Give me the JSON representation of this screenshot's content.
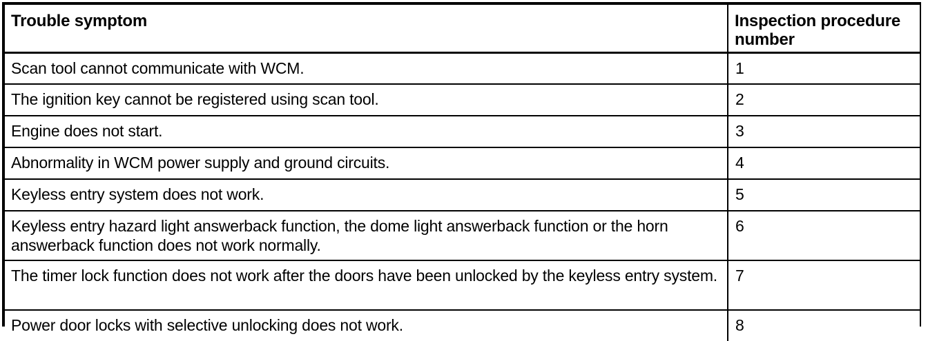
{
  "table": {
    "columns": [
      {
        "key": "symptom",
        "label": "Trouble symptom"
      },
      {
        "key": "number",
        "label": "Inspection procedure number"
      }
    ],
    "header": {
      "symptom": "Trouble symptom",
      "number_line1": "Inspection procedure",
      "number_line2": "number"
    },
    "rows": [
      {
        "symptom": "Scan tool cannot communicate with WCM.",
        "number": "1"
      },
      {
        "symptom": "The ignition key cannot be registered using scan tool.",
        "number": "2"
      },
      {
        "symptom": "Engine does not start.",
        "number": "3"
      },
      {
        "symptom": "Abnormality in WCM power supply and ground circuits.",
        "number": "4"
      },
      {
        "symptom": "Keyless entry system does not work.",
        "number": "5"
      },
      {
        "symptom": "Keyless entry hazard light answerback function, the dome light answerback function or the horn answerback function does not work normally.",
        "number": "6"
      },
      {
        "symptom": "The timer lock function does not work after the doors have been unlocked by the keyless entry system.",
        "number": "7"
      },
      {
        "symptom": "Power door locks with selective unlocking does not work.",
        "number": "8"
      }
    ]
  },
  "colors": {
    "border": "#000000",
    "text": "#000000",
    "background": "#ffffff"
  }
}
